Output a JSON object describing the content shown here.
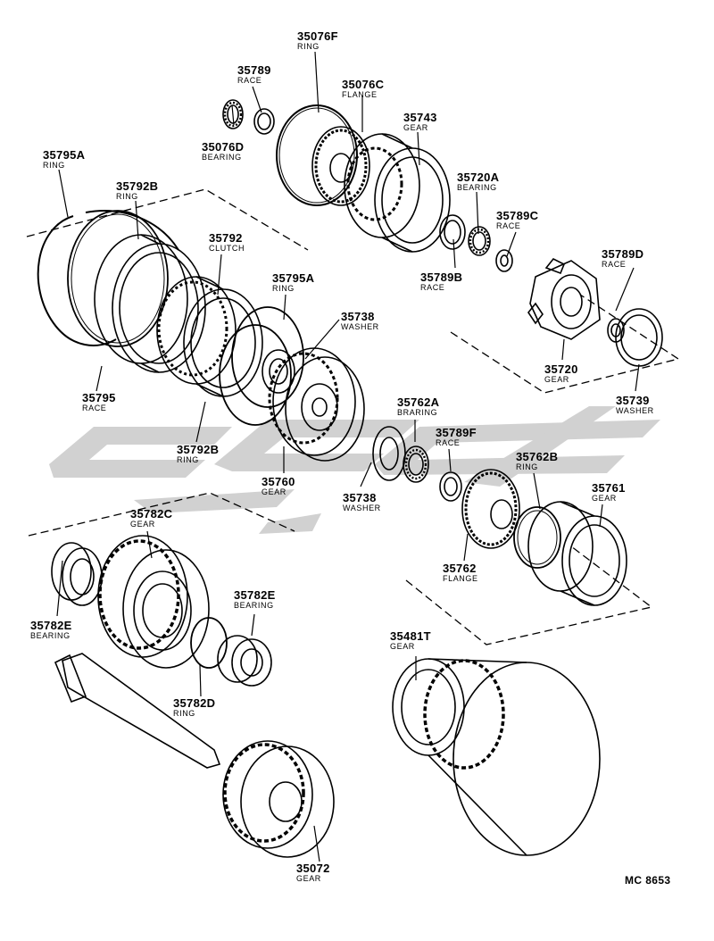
{
  "diagram_code": "MC 8653",
  "watermark_label": "logo",
  "parts": [
    {
      "key": "p35076F",
      "number": "35076F",
      "name": "RING"
    },
    {
      "key": "p35789",
      "number": "35789",
      "name": "RACE"
    },
    {
      "key": "p35076C",
      "number": "35076C",
      "name": "FLANGE"
    },
    {
      "key": "p35743",
      "number": "35743",
      "name": "GEAR"
    },
    {
      "key": "p35076D",
      "number": "35076D",
      "name": "BEARING"
    },
    {
      "key": "p35795A_top",
      "number": "35795A",
      "name": "RING"
    },
    {
      "key": "p35792B_top",
      "number": "35792B",
      "name": "RING"
    },
    {
      "key": "p35720A",
      "number": "35720A",
      "name": "BEARING"
    },
    {
      "key": "p35789C",
      "number": "35789C",
      "name": "RACE"
    },
    {
      "key": "p35792",
      "number": "35792",
      "name": "CLUTCH"
    },
    {
      "key": "p35789B",
      "number": "35789B",
      "name": "RACE"
    },
    {
      "key": "p35789D",
      "number": "35789D",
      "name": "RACE"
    },
    {
      "key": "p35795A_mid",
      "number": "35795A",
      "name": "RING"
    },
    {
      "key": "p35738_top",
      "number": "35738",
      "name": "WASHER"
    },
    {
      "key": "p35720",
      "number": "35720",
      "name": "GEAR"
    },
    {
      "key": "p35739",
      "number": "35739",
      "name": "WASHER"
    },
    {
      "key": "p35795",
      "number": "35795",
      "name": "RACE"
    },
    {
      "key": "p35762A",
      "number": "35762A",
      "name": "BRARING"
    },
    {
      "key": "p35789F",
      "number": "35789F",
      "name": "RACE"
    },
    {
      "key": "p35792B_bot",
      "number": "35792B",
      "name": "RING"
    },
    {
      "key": "p35762B",
      "number": "35762B",
      "name": "RING"
    },
    {
      "key": "p35760",
      "number": "35760",
      "name": "GEAR"
    },
    {
      "key": "p35738_bot",
      "number": "35738",
      "name": "WASHER"
    },
    {
      "key": "p35761",
      "number": "35761",
      "name": "GEAR"
    },
    {
      "key": "p35782C",
      "number": "35782C",
      "name": "GEAR"
    },
    {
      "key": "p35762",
      "number": "35762",
      "name": "FLANGE"
    },
    {
      "key": "p35782E_right",
      "number": "35782E",
      "name": "BEARING"
    },
    {
      "key": "p35782E_left",
      "number": "35782E",
      "name": "BEARING"
    },
    {
      "key": "p35481T",
      "number": "35481T",
      "name": "GEAR"
    },
    {
      "key": "p35782D",
      "number": "35782D",
      "name": "RING"
    },
    {
      "key": "p35072",
      "number": "35072",
      "name": "GEAR"
    }
  ]
}
